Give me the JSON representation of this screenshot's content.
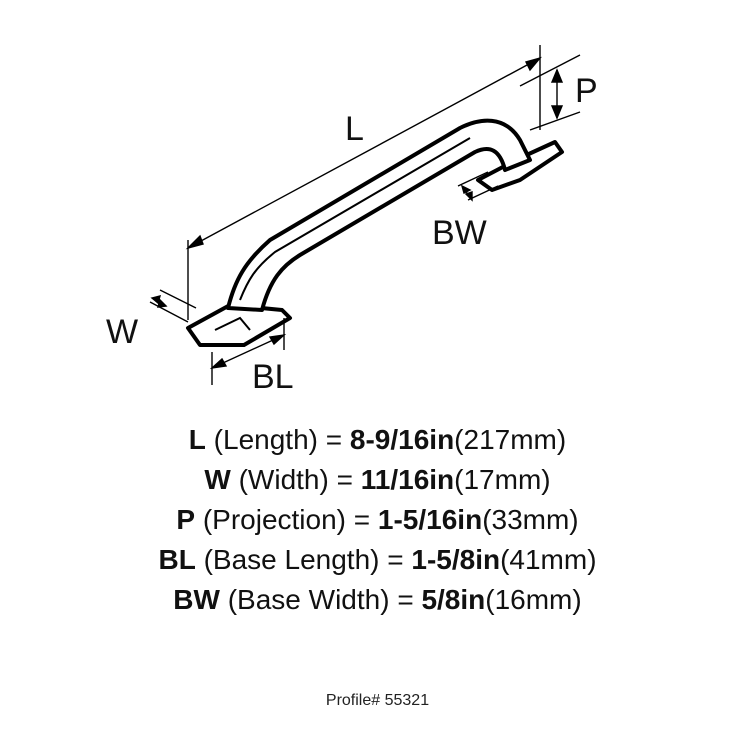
{
  "diagram": {
    "labels": {
      "length": "L",
      "projection": "P",
      "width": "W",
      "base_length": "BL",
      "base_width": "BW"
    }
  },
  "specs": [
    {
      "key": "L",
      "desc": " (Length) = ",
      "val": "8-9/16in",
      "metric": "(217mm)"
    },
    {
      "key": "W",
      "desc": " (Width) = ",
      "val": "11/16in",
      "metric": "(17mm)"
    },
    {
      "key": "P",
      "desc": " (Projection) = ",
      "val": "1-5/16in",
      "metric": "(33mm)"
    },
    {
      "key": "BL",
      "desc": " (Base Length) = ",
      "val": "1-5/8in",
      "metric": "(41mm)"
    },
    {
      "key": "BW",
      "desc": " (Base Width) = ",
      "val": "5/8in",
      "metric": "(16mm)"
    }
  ],
  "profile": "Profile# 55321"
}
